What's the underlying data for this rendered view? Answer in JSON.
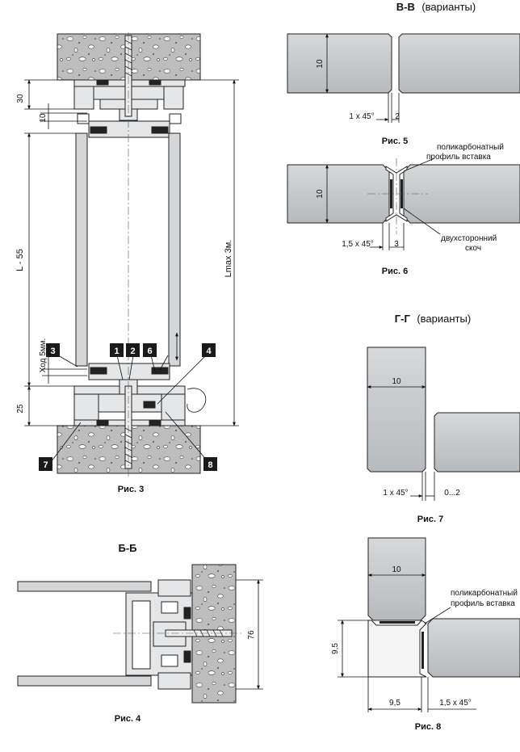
{
  "headings": {
    "bb": "Б-Б",
    "vv_bold": "В-В",
    "vv_rest": "(варианты)",
    "gg_bold": "Г-Г",
    "gg_rest": "(варианты)"
  },
  "captions": {
    "fig3": "Рис. 3",
    "fig4": "Рис. 4",
    "fig5": "Рис. 5",
    "fig6": "Рис. 6",
    "fig7": "Рис. 7",
    "fig8": "Рис. 8"
  },
  "fig3": {
    "dim_30": "30",
    "dim_10": "10",
    "dim_L55": "L - 55",
    "dim_lmax": "Lmax 3м.",
    "dim_stroke": "Ход 5мм.",
    "dim_25": "25",
    "badges": [
      "1",
      "2",
      "3",
      "4",
      "6",
      "7",
      "8"
    ]
  },
  "fig4": {
    "dim_76": "76"
  },
  "fig5": {
    "dim_10": "10",
    "chamfer": "1 x 45°",
    "gap": "2"
  },
  "fig6": {
    "dim_10": "10",
    "chamfer": "1,5 x 45°",
    "gap": "3",
    "note_insert_1": "поликарбонатный",
    "note_insert_2": "профиль вставка",
    "note_tape_1": "двухсторонний",
    "note_tape_2": "скоч"
  },
  "fig7": {
    "dim_10": "10",
    "chamfer": "1 x 45°",
    "gap": "0...2"
  },
  "fig8": {
    "dim_10": "10",
    "dim_95_v": "9,5",
    "dim_95_h": "9,5",
    "chamfer": "1,5 x 45°",
    "note_1": "поликарбонатный",
    "note_2": "профиль вставка"
  },
  "colors": {
    "panel": "#c8cacc",
    "concrete": "#b9b9b9",
    "badge": "#1a1a1a",
    "line": "#222222"
  }
}
